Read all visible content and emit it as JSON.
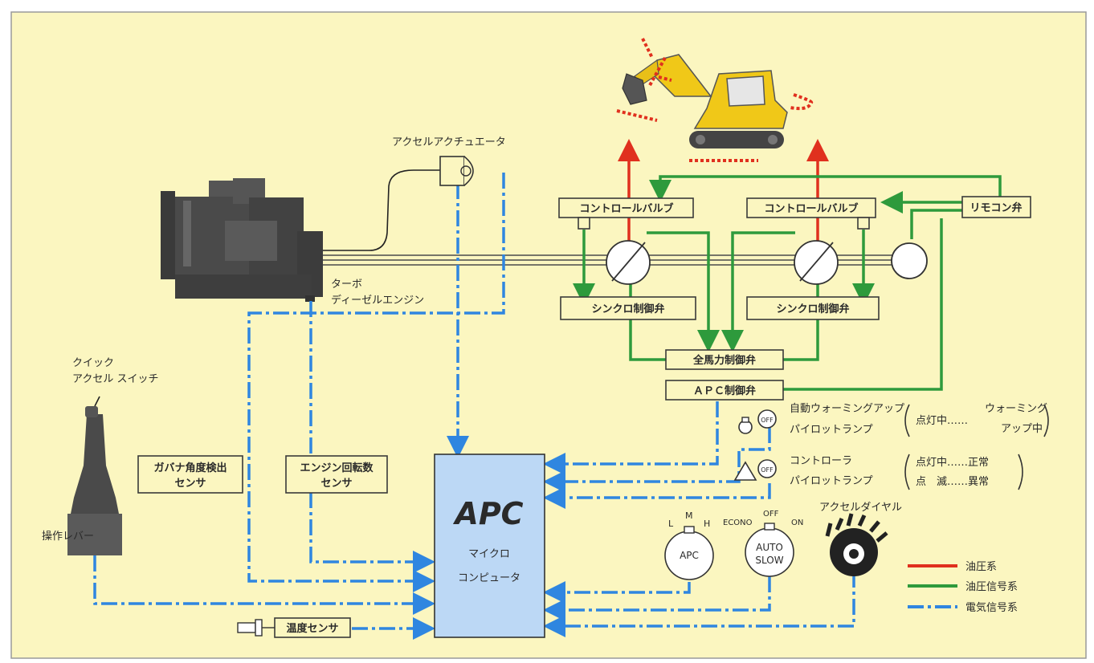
{
  "labels": {
    "accel_actuator": "アクセルアクチュエータ",
    "turbo_line1": "ターボ",
    "turbo_line2": "ディーゼルエンジン",
    "quick_accel_line1": "クイック",
    "quick_accel_line2": "アクセル スイッチ",
    "operation_lever": "操作レバー",
    "accel_dial": "アクセルダイヤル",
    "auto_warmup_line1": "自動ウォーミングアップ",
    "auto_warmup_line2": "パイロットランプ",
    "warmup_state_a": "点灯中……",
    "warmup_state_b1": "ウォーミング",
    "warmup_state_b2": "アップ中",
    "controller_line1": "コントローラ",
    "controller_line2": "パイロットランプ",
    "controller_state1": "点灯中……正常",
    "controller_state2": "点　滅……異常"
  },
  "boxes": {
    "control_valve_left": "コントロールバルブ",
    "control_valve_right": "コントロールバルブ",
    "remote_valve": "リモコン弁",
    "synchro_left": "シンクロ制御弁",
    "synchro_right": "シンクロ制御弁",
    "full_hp": "全馬力制御弁",
    "apc_valve": "ＡＰＣ制御弁",
    "governor_line1": "ガバナ角度検出",
    "governor_line2": "センサ",
    "rpm_line1": "エンジン回転数",
    "rpm_line2": "センサ",
    "temp_sensor": "温度センサ"
  },
  "apc_unit": {
    "title": "APC",
    "line1": "マイクロ",
    "line2": "コンピュータ"
  },
  "switches": {
    "apc_switch": {
      "positions": [
        "L",
        "M",
        "H"
      ],
      "label": "APC"
    },
    "auto_slow": {
      "positions": [
        "ECONO",
        "OFF",
        "ON"
      ],
      "label1": "AUTO",
      "label2": "SLOW"
    },
    "lamp_text": "OFF"
  },
  "legend": [
    {
      "label": "油圧系",
      "color": "#e0301e"
    },
    {
      "label": "油圧信号系",
      "color": "#2e9a3c"
    },
    {
      "label": "電気信号系",
      "color": "#2f86e0"
    }
  ],
  "colors": {
    "background": "#fbf6c0",
    "hydraulic": "#e0301e",
    "hydraulic_signal": "#2e9a3c",
    "electric_signal": "#2f86e0",
    "apc_box": "#bcd8f5"
  }
}
